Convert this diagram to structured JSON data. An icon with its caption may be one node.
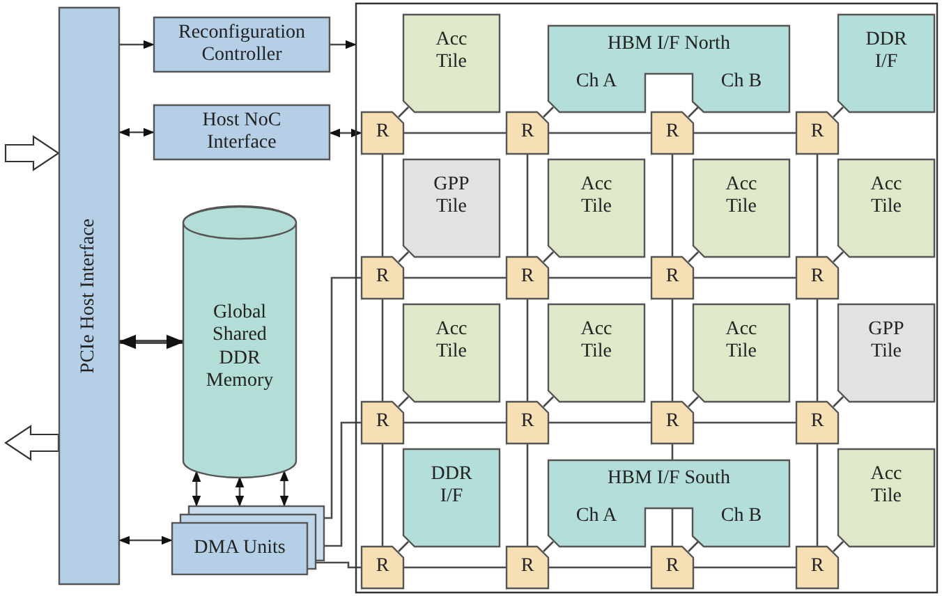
{
  "diagram": {
    "nodes": [
      {
        "text": [
          "PCIe Host Interface"
        ]
      },
      {
        "text": [
          "Reconfiguration Controller"
        ]
      },
      {
        "text": [
          "Host NoC Interface"
        ]
      },
      {
        "text": [
          "Global Shared DDR Memory"
        ]
      },
      {
        "text": [
          "DMA Units"
        ]
      },
      {
        "text": [],
        "shape": "box"
      },
      {
        "text": [
          "Acc Tile"
        ],
        "in": 5
      },
      {
        "text": [
          "HBM I/F North",
          "Ch A",
          "Ch B"
        ],
        "in": 5
      },
      {
        "text": [
          "DDR I/F"
        ],
        "in": 5
      },
      {
        "text": [
          "R"
        ],
        "in": 5
      },
      {
        "text": [
          "R"
        ],
        "in": 5
      },
      {
        "text": [
          "R"
        ],
        "in": 5
      },
      {
        "text": [
          "R"
        ],
        "in": 5
      },
      {
        "text": [
          "GPP Tile"
        ],
        "in": 5
      },
      {
        "text": [
          "Acc Tile"
        ],
        "in": 5
      },
      {
        "text": [
          "Acc Tile"
        ],
        "in": 5
      },
      {
        "text": [
          "Acc Tile"
        ],
        "in": 5
      },
      {
        "text": [
          "R"
        ],
        "in": 5
      },
      {
        "text": [
          "R"
        ],
        "in": 5
      },
      {
        "text": [
          "R"
        ],
        "in": 5
      },
      {
        "text": [
          "R"
        ],
        "in": 5
      },
      {
        "text": [
          "Acc Tile"
        ],
        "in": 5
      },
      {
        "text": [
          "Acc Tile"
        ],
        "in": 5
      },
      {
        "text": [
          "Acc Tile"
        ],
        "in": 5
      },
      {
        "text": [
          "GPP Tile"
        ],
        "in": 5
      },
      {
        "text": [
          "R"
        ],
        "in": 5
      },
      {
        "text": [
          "R"
        ],
        "in": 5
      },
      {
        "text": [
          "R"
        ],
        "in": 5
      },
      {
        "text": [
          "R"
        ],
        "in": 5
      },
      {
        "text": [
          "DDR I/F"
        ],
        "in": 5
      },
      {
        "text": [
          "HBM I/F South",
          "Ch A",
          "Ch B"
        ],
        "in": 5
      },
      {
        "text": [
          "Acc Tile"
        ],
        "in": 5
      },
      {
        "text": [
          "R"
        ],
        "in": 5
      },
      {
        "text": [
          "R"
        ],
        "in": 5
      },
      {
        "text": [
          "R"
        ],
        "in": 5
      },
      {
        "text": [
          "R"
        ],
        "in": 5
      }
    ],
    "edges": [
      {
        "from": 0,
        "to": 1,
        "arrow": "to"
      },
      {
        "from": 1,
        "to": 5,
        "arrow": "to"
      },
      {
        "from": 0,
        "to": 2,
        "arrow": "both"
      },
      {
        "from": 2,
        "to": 9,
        "arrow": "both"
      },
      {
        "from": 0,
        "to": 3,
        "arrow": "both",
        "style": "thick"
      },
      {
        "from": 0,
        "to": 4,
        "arrow": "both"
      },
      {
        "from": 3,
        "to": 4,
        "arrow": "both"
      },
      {
        "from": 3,
        "to": 4,
        "arrow": "both"
      },
      {
        "from": 3,
        "to": 4,
        "arrow": "both"
      },
      {
        "from": 4,
        "to": 17,
        "arrow": "none"
      },
      {
        "from": 4,
        "to": 25,
        "arrow": "none"
      },
      {
        "from": 4,
        "to": 32,
        "arrow": "none"
      },
      {
        "from": null,
        "to": 0,
        "arrow": "to"
      },
      {
        "from": 0,
        "to": null,
        "arrow": "to"
      },
      {
        "from": 9,
        "to": 10,
        "arrow": "none"
      },
      {
        "from": 10,
        "to": 11,
        "arrow": "none"
      },
      {
        "from": 11,
        "to": 12,
        "arrow": "none"
      },
      {
        "from": 17,
        "to": 18,
        "arrow": "none"
      },
      {
        "from": 18,
        "to": 19,
        "arrow": "none"
      },
      {
        "from": 19,
        "to": 20,
        "arrow": "none"
      },
      {
        "from": 25,
        "to": 26,
        "arrow": "none"
      },
      {
        "from": 26,
        "to": 27,
        "arrow": "none"
      },
      {
        "from": 27,
        "to": 28,
        "arrow": "none"
      },
      {
        "from": 32,
        "to": 33,
        "arrow": "none"
      },
      {
        "from": 33,
        "to": 34,
        "arrow": "none"
      },
      {
        "from": 34,
        "to": 35,
        "arrow": "none"
      },
      {
        "from": 9,
        "to": 17,
        "arrow": "none"
      },
      {
        "from": 10,
        "to": 18,
        "arrow": "none"
      },
      {
        "from": 11,
        "to": 19,
        "arrow": "none"
      },
      {
        "from": 12,
        "to": 20,
        "arrow": "none"
      },
      {
        "from": 17,
        "to": 25,
        "arrow": "none"
      },
      {
        "from": 18,
        "to": 26,
        "arrow": "none"
      },
      {
        "from": 19,
        "to": 27,
        "arrow": "none"
      },
      {
        "from": 20,
        "to": 28,
        "arrow": "none"
      },
      {
        "from": 25,
        "to": 32,
        "arrow": "none"
      },
      {
        "from": 26,
        "to": 33,
        "arrow": "none"
      },
      {
        "from": 27,
        "to": 30,
        "arrow": "none"
      },
      {
        "from": 30,
        "to": 34,
        "arrow": "none"
      },
      {
        "from": 28,
        "to": 35,
        "arrow": "none"
      },
      {
        "from": 6,
        "to": 9,
        "arrow": "none"
      },
      {
        "from": 7,
        "to": 10,
        "arrow": "none"
      },
      {
        "from": 7,
        "to": 11,
        "arrow": "none"
      },
      {
        "from": 8,
        "to": 12,
        "arrow": "none"
      },
      {
        "from": 13,
        "to": 17,
        "arrow": "none"
      },
      {
        "from": 14,
        "to": 18,
        "arrow": "none"
      },
      {
        "from": 15,
        "to": 19,
        "arrow": "none"
      },
      {
        "from": 16,
        "to": 20,
        "arrow": "none"
      },
      {
        "from": 21,
        "to": 25,
        "arrow": "none"
      },
      {
        "from": 22,
        "to": 26,
        "arrow": "none"
      },
      {
        "from": 23,
        "to": 27,
        "arrow": "none"
      },
      {
        "from": 24,
        "to": 28,
        "arrow": "none"
      },
      {
        "from": 29,
        "to": 32,
        "arrow": "none"
      },
      {
        "from": 30,
        "to": 33,
        "arrow": "none"
      },
      {
        "from": 30,
        "to": 34,
        "arrow": "none"
      },
      {
        "from": 31,
        "to": 35,
        "arrow": "none"
      }
    ]
  }
}
